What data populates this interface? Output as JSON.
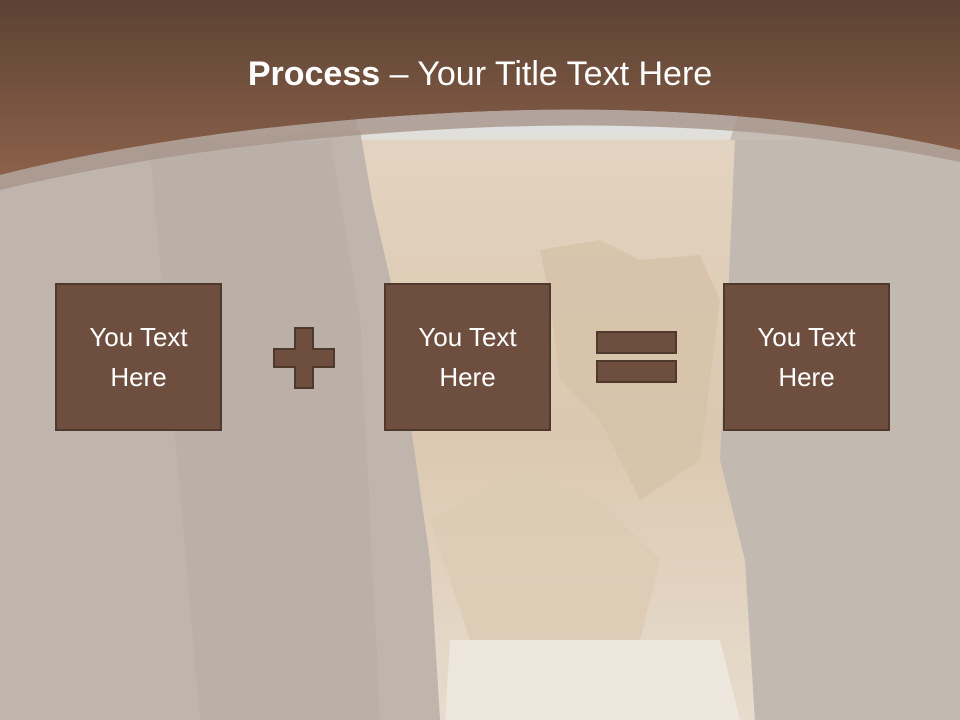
{
  "slide": {
    "title_bold": "Process",
    "title_rest": " – Your Title Text Here",
    "boxes": [
      {
        "label": "You Text Here"
      },
      {
        "label": "You Text Here"
      },
      {
        "label": "You Text Here"
      }
    ],
    "operators": [
      "plus-icon",
      "equals-icon"
    ],
    "colors": {
      "header_brown": "#7e5a46",
      "box_fill": "#6e4e3e",
      "box_border": "#4f382c",
      "text": "#ffffff"
    }
  }
}
